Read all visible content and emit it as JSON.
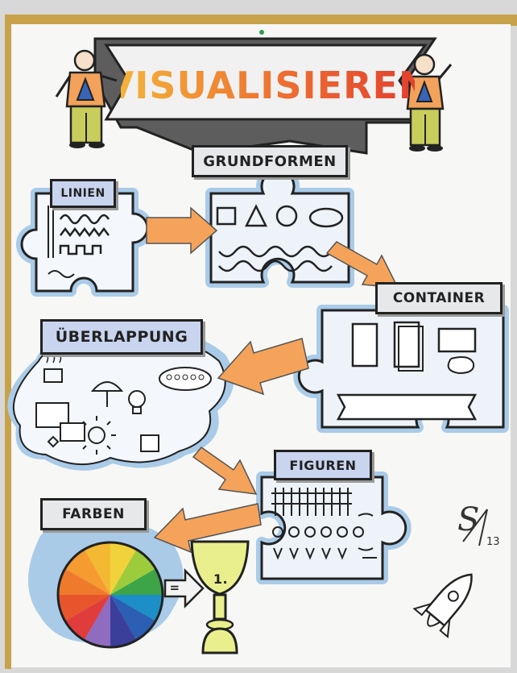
{
  "poster": {
    "title": "VISUALISIEREN",
    "sections": {
      "grundformen": "GRUNDFORMEN",
      "linien": "LINIEN",
      "container": "CONTAINER",
      "ueberlappung": "ÜBERLAPPUNG",
      "figuren": "FIGUREN",
      "farben": "FARBEN"
    },
    "goblet_label": "1.",
    "equals_sign": "=",
    "signature": "S",
    "signature_year": "13"
  },
  "colors": {
    "board_frame": "#c8a24a",
    "paper": "#f7f7f5",
    "puzzle_blue": "#a9cbe8",
    "arrow_orange": "#f5a35b",
    "title_orange": "#ef7a32",
    "label_box": "#c9d4ef",
    "goblet_yellow": "#e9ef8c"
  },
  "icons": [
    "stick-figure-icon",
    "rocket-icon",
    "goblet-icon",
    "color-wheel-icon",
    "lightbulb-icon",
    "sun-icon",
    "umbrella-icon",
    "speech-bubble-icon",
    "arrow-icon",
    "puzzle-piece-icon"
  ]
}
